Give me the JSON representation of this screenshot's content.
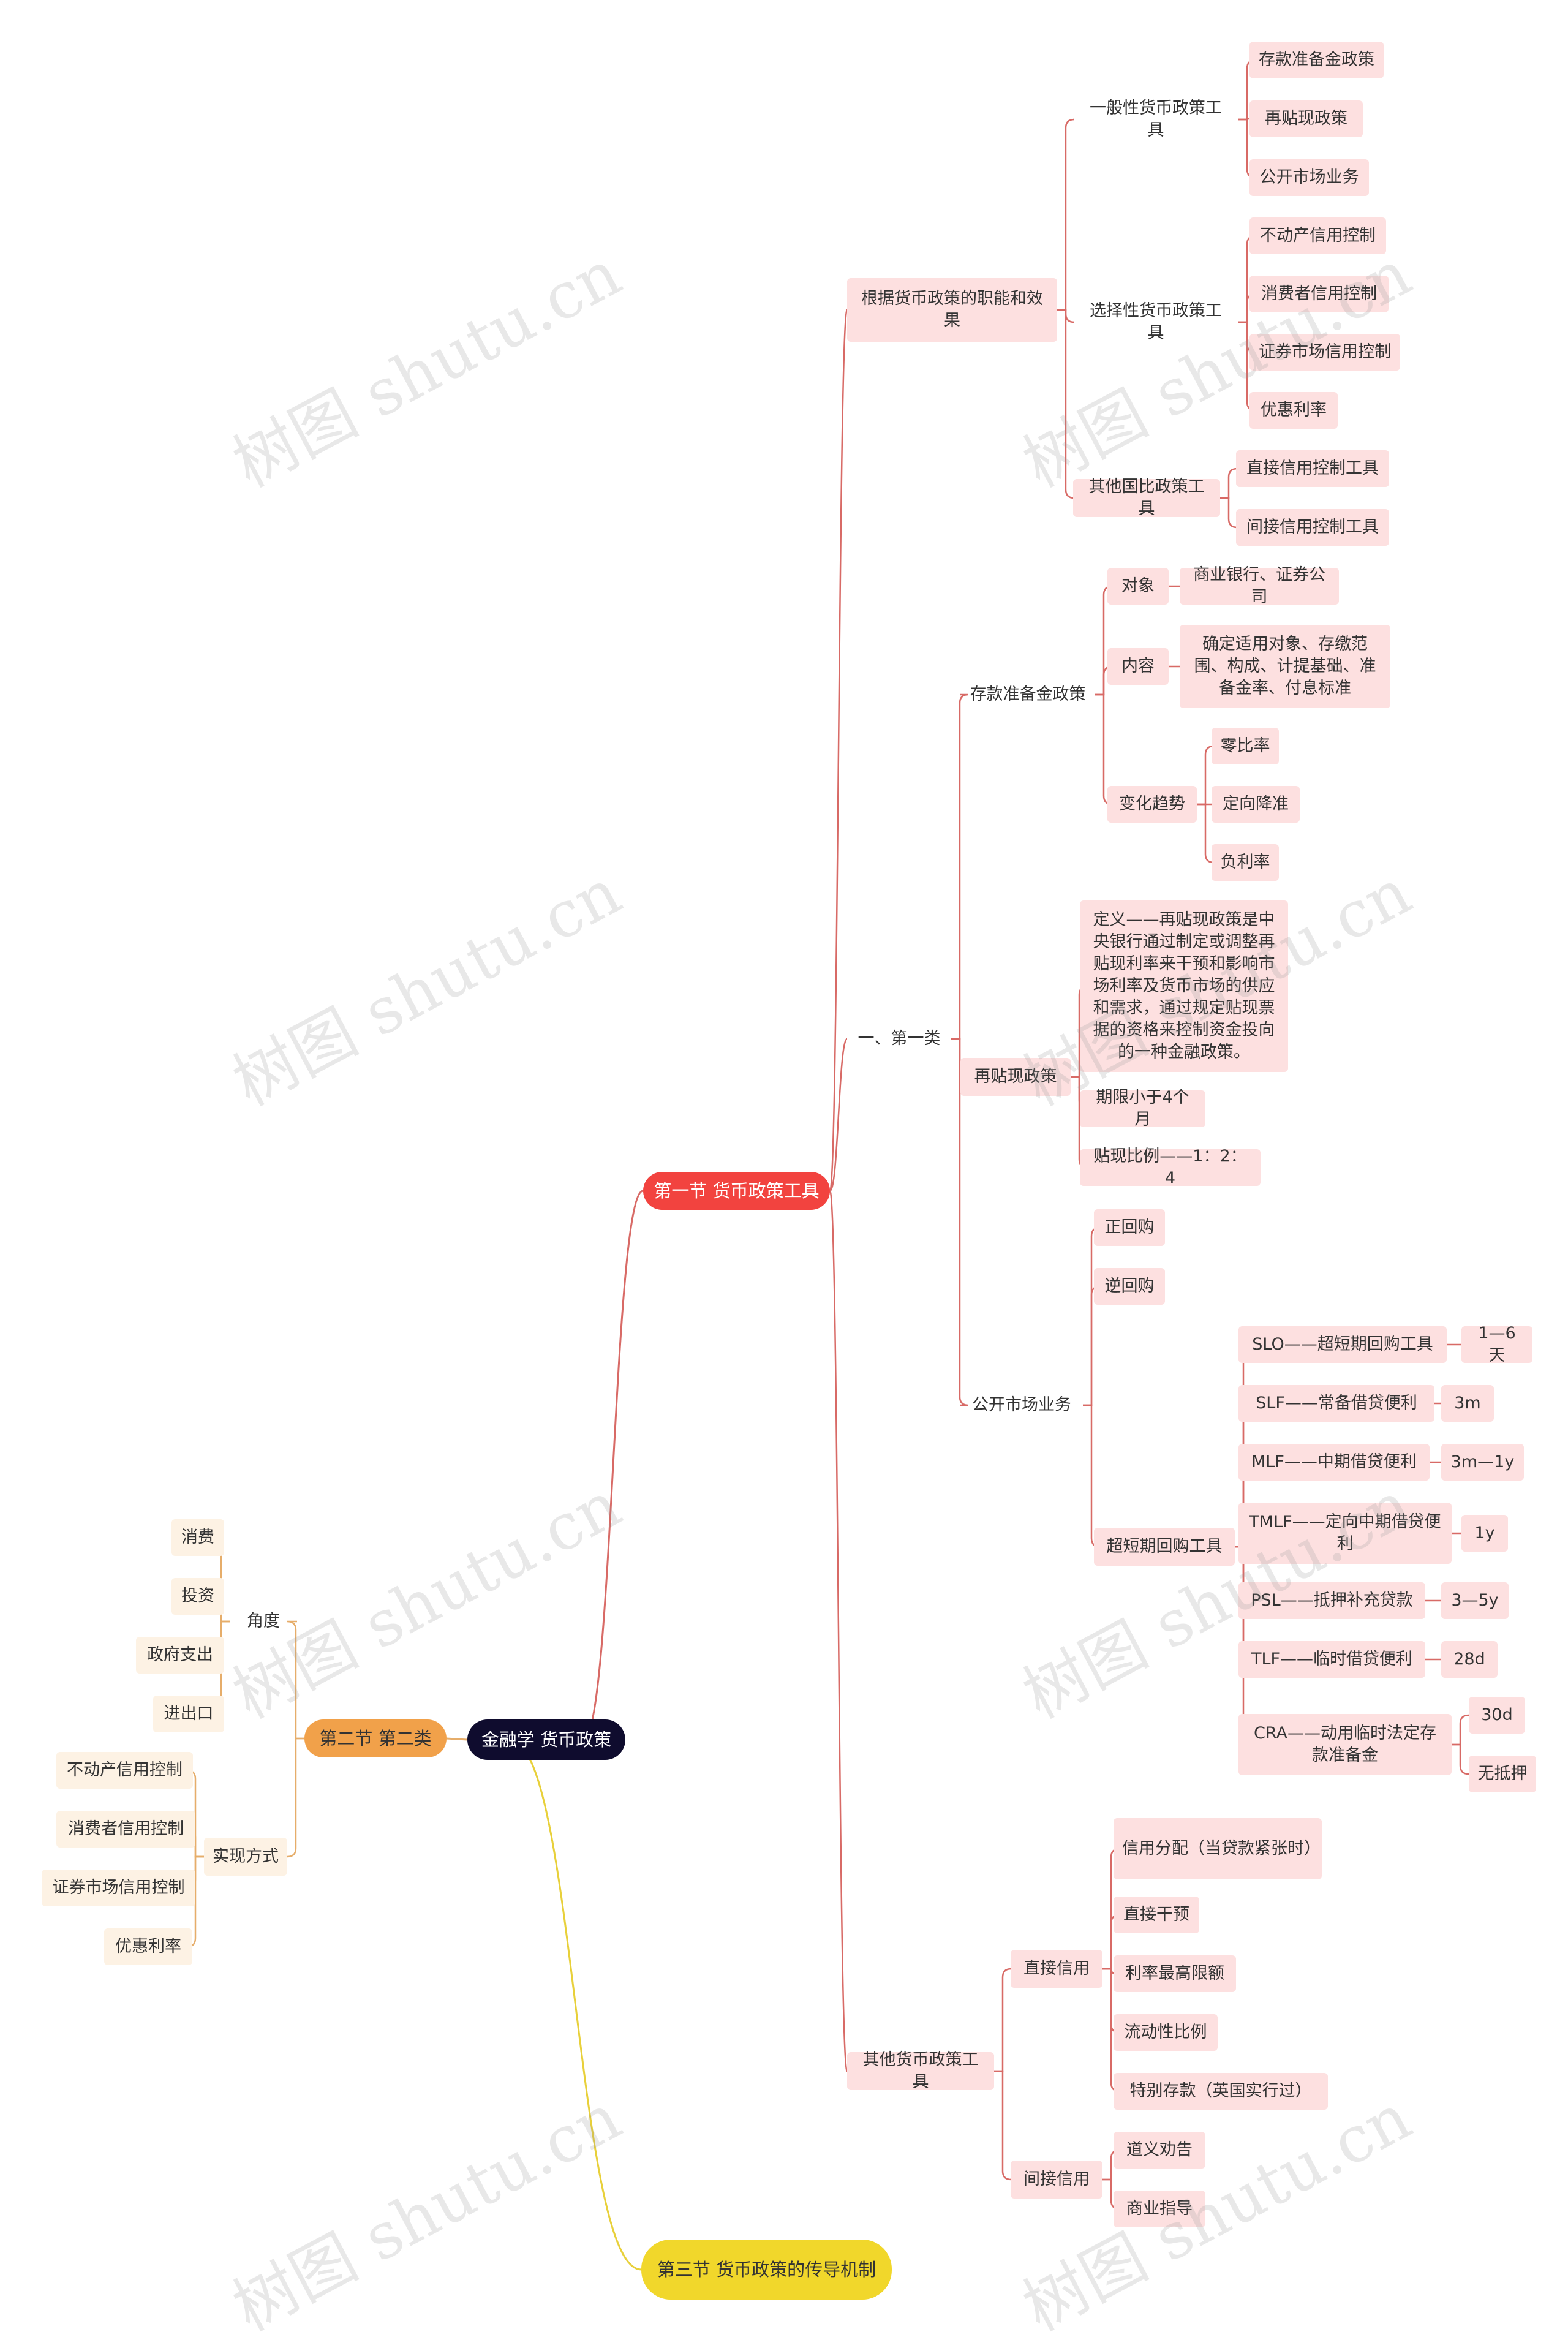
{
  "colors": {
    "root_bg": "#0f0c2e",
    "section1": "#f2433f",
    "section2": "#f1a14a",
    "section3": "#f1d72b",
    "pink_node": "#fde0e0",
    "cream_node": "#fdf2e4",
    "edge_red": "#d86a66",
    "edge_orange": "#e6ad6a",
    "edge_yellow": "#e8d03a"
  },
  "watermark": "树图 shutu.cn",
  "root": {
    "label": "金融学 货币政策"
  },
  "section1": {
    "label": "第一节 货币政策工具",
    "group_a": {
      "label": "根据货币政策的职能和效果",
      "general": {
        "label": "一般性货币政策工具",
        "items": [
          "存款准备金政策",
          "再贴现政策",
          "公开市场业务"
        ]
      },
      "selective": {
        "label": "选择性货币政策工具",
        "items": [
          "不动产信用控制",
          "消费者信用控制",
          "证券市场信用控制",
          "优惠利率"
        ]
      },
      "other": {
        "label": "其他国比政策工具",
        "items": [
          "直接信用控制工具",
          "间接信用控制工具"
        ]
      }
    },
    "group_b": {
      "label": "一、第一类",
      "reserve": {
        "label": "存款准备金政策",
        "object": {
          "label": "对象",
          "value": "商业银行、证券公司"
        },
        "content": {
          "label": "内容",
          "value": "确定适用对象、存缴范围、构成、计提基础、准备金率、付息标准"
        },
        "trend": {
          "label": "变化趋势",
          "items": [
            "零比率",
            "定向降准",
            "负利率"
          ]
        }
      },
      "rediscount": {
        "label": "再贴现政策",
        "definition": "定义——再贴现政策是中央银行通过制定或调整再贴现利率来干预和影响市场利率及货币市场的供应和需求，通过规定贴现票据的资格来控制资金投向的一种金融政策。",
        "term": "期限小于4个月",
        "ratio": "贴现比例——1：2：4"
      },
      "open_market": {
        "label": "公开市场业务",
        "repo": "正回购",
        "reverse_repo": "逆回购",
        "short_term": {
          "label": "超短期回购工具",
          "tools": [
            {
              "name": "SLO——超短期回购工具",
              "values": [
                "1—6天"
              ]
            },
            {
              "name": "SLF——常备借贷便利",
              "values": [
                "3m"
              ]
            },
            {
              "name": "MLF——中期借贷便利",
              "values": [
                "3m—1y"
              ]
            },
            {
              "name": "TMLF——定向中期借贷便利",
              "values": [
                "1y"
              ]
            },
            {
              "name": "PSL——抵押补充贷款",
              "values": [
                "3—5y"
              ]
            },
            {
              "name": "TLF——临时借贷便利",
              "values": [
                "28d"
              ]
            },
            {
              "name": "CRA——动用临时法定存款准备金",
              "values": [
                "30d",
                "无抵押"
              ]
            }
          ]
        }
      }
    },
    "group_c": {
      "label": "其他货币政策工具",
      "direct": {
        "label": "直接信用",
        "items": [
          "信用分配（当贷款紧张时）",
          "直接干预",
          "利率最高限额",
          "流动性比例",
          "特别存款（英国实行过）"
        ]
      },
      "indirect": {
        "label": "间接信用",
        "items": [
          "道义劝告",
          "商业指导"
        ]
      }
    }
  },
  "section2": {
    "label": "第二节  第二类",
    "angle": {
      "label": "角度",
      "items": [
        "消费",
        "投资",
        "政府支出",
        "进出口"
      ]
    },
    "method": {
      "label": "实现方式",
      "items": [
        "不动产信用控制",
        "消费者信用控制",
        "证券市场信用控制",
        "优惠利率"
      ]
    }
  },
  "section3": {
    "label": "第三节 货币政策的传导机制"
  }
}
